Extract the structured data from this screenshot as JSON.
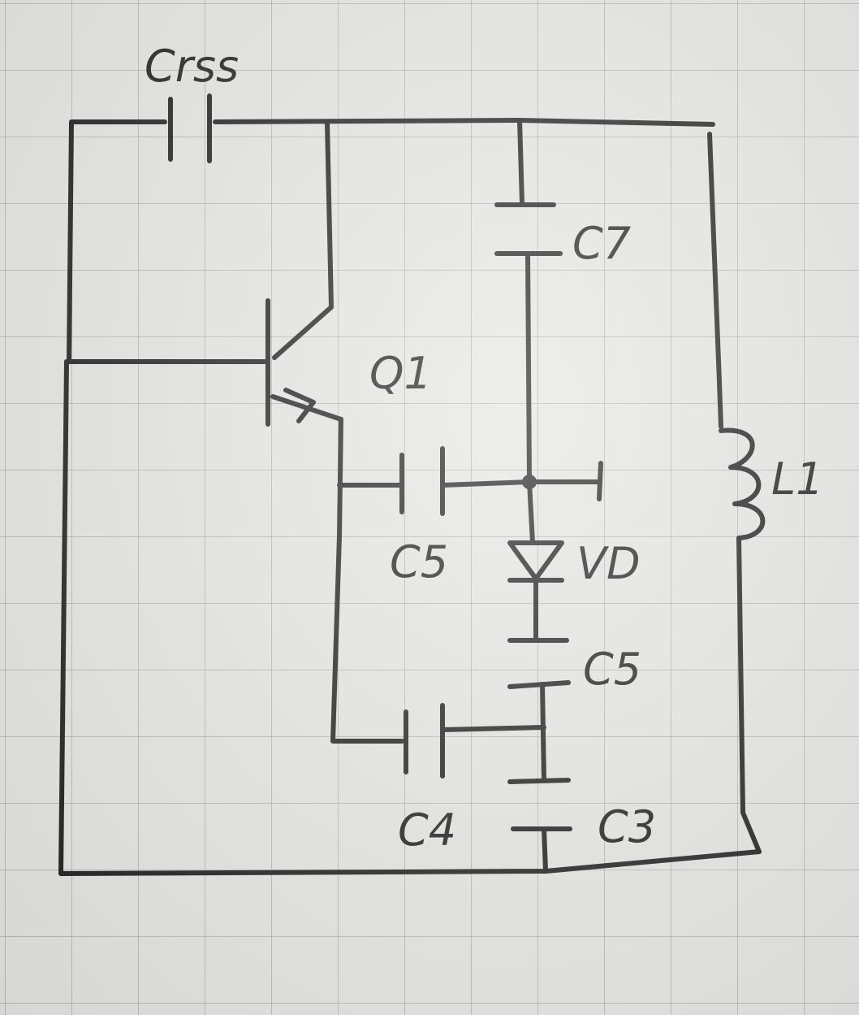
{
  "labels": {
    "crss": "Crss",
    "c7": "C7",
    "q1": "Q1",
    "c5_top": "C5",
    "vd": "VD",
    "c5_right": "C5",
    "c4": "C4",
    "c3": "C3",
    "l1": "L1"
  },
  "colors": {
    "ink": "#1b1b1b",
    "paper": "#e4e4e2",
    "grid": "#969696"
  }
}
